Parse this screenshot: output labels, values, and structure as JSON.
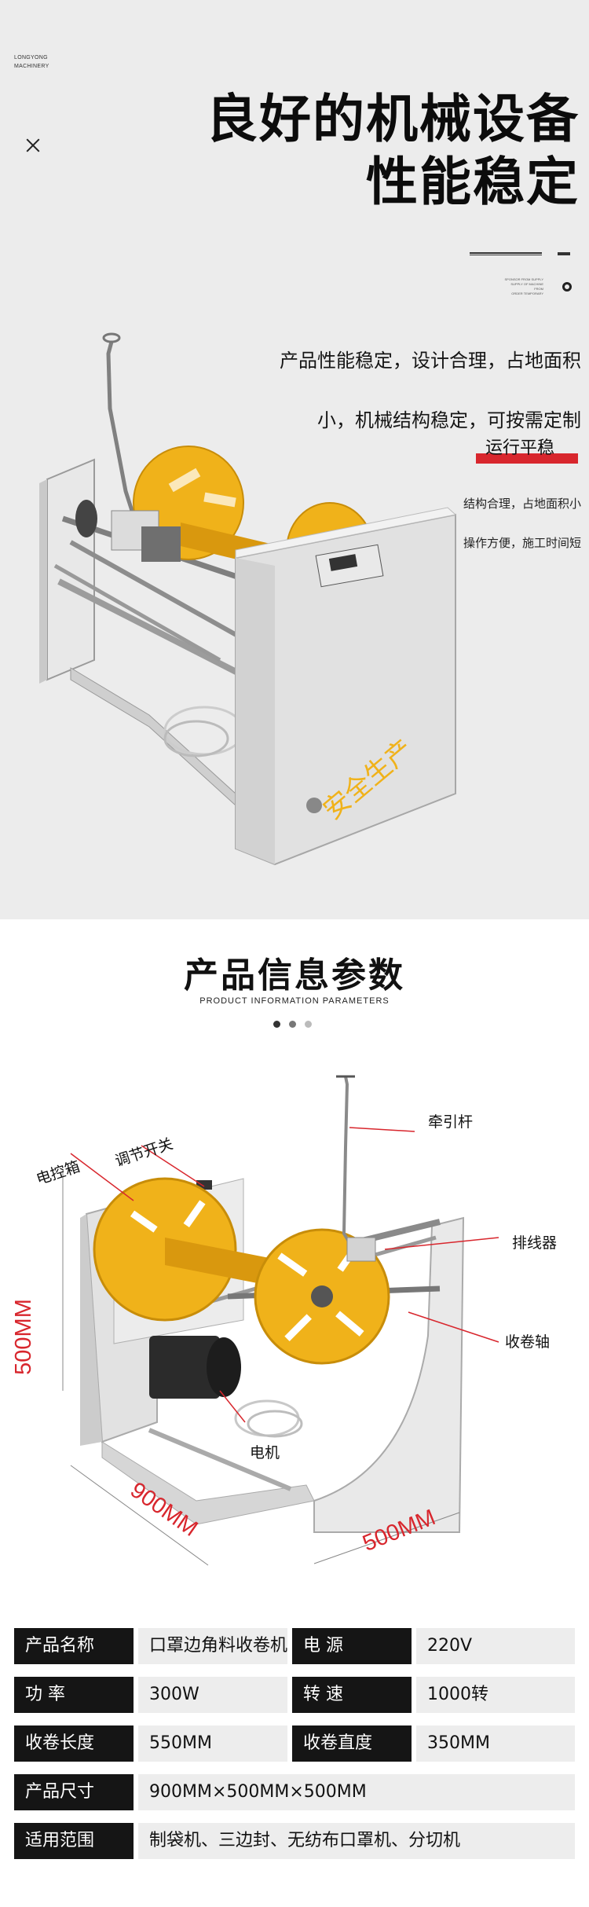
{
  "brand": {
    "line1": "LONGYONG",
    "line2": "MACHINERY"
  },
  "hero": {
    "title_line1": "良好的机械设备",
    "title_line2": "性能稳定",
    "deco_text_line1": "SPONSOR FROM SUPPLY",
    "deco_text_line2": "SUPPLY OF MACHINE FROM",
    "deco_text_line3": "ORDER TEMPORARY",
    "desc_line1": "产品性能稳定，设计合理，占地面积",
    "desc_line2": "小，机械结构稳定，可按需定制",
    "badge": "运行平稳",
    "small_line1": "结构合理，占地面积小",
    "small_line2": "操作方便，施工时间短",
    "box_label": "安全生产"
  },
  "section": {
    "title": "产品信息参数",
    "subtitle": "PRODUCT INFORMATION PARAMETERS"
  },
  "callouts": {
    "pull_rod": "牵引杆",
    "control_box": "电控箱",
    "switch": "调节开关",
    "wire_arranger": "排线器",
    "reel_shaft": "收卷轴",
    "motor": "电机"
  },
  "dimensions": {
    "height": "500MM",
    "length": "900MM",
    "width": "500MM"
  },
  "specs": {
    "r1": {
      "l1": "产品名称",
      "v1": "口罩边角料收卷机",
      "l2": "电  源",
      "v2": "220V"
    },
    "r2": {
      "l1": "功  率",
      "v1": "300W",
      "l2": "转  速",
      "v2": "1000转"
    },
    "r3": {
      "l1": "收卷长度",
      "v1": "550MM",
      "l2": "收卷直度",
      "v2": "350MM"
    },
    "r4": {
      "l1": "产品尺寸",
      "v1": "900MM×500MM×500MM"
    },
    "r5": {
      "l1": "适用范围",
      "v1": "制袋机、三边封、无纺布口罩机、分切机"
    }
  },
  "colors": {
    "accent_red": "#d8262d",
    "reel_yellow": "#f0b21a",
    "dark": "#151515",
    "cell_gray": "#ededed"
  }
}
